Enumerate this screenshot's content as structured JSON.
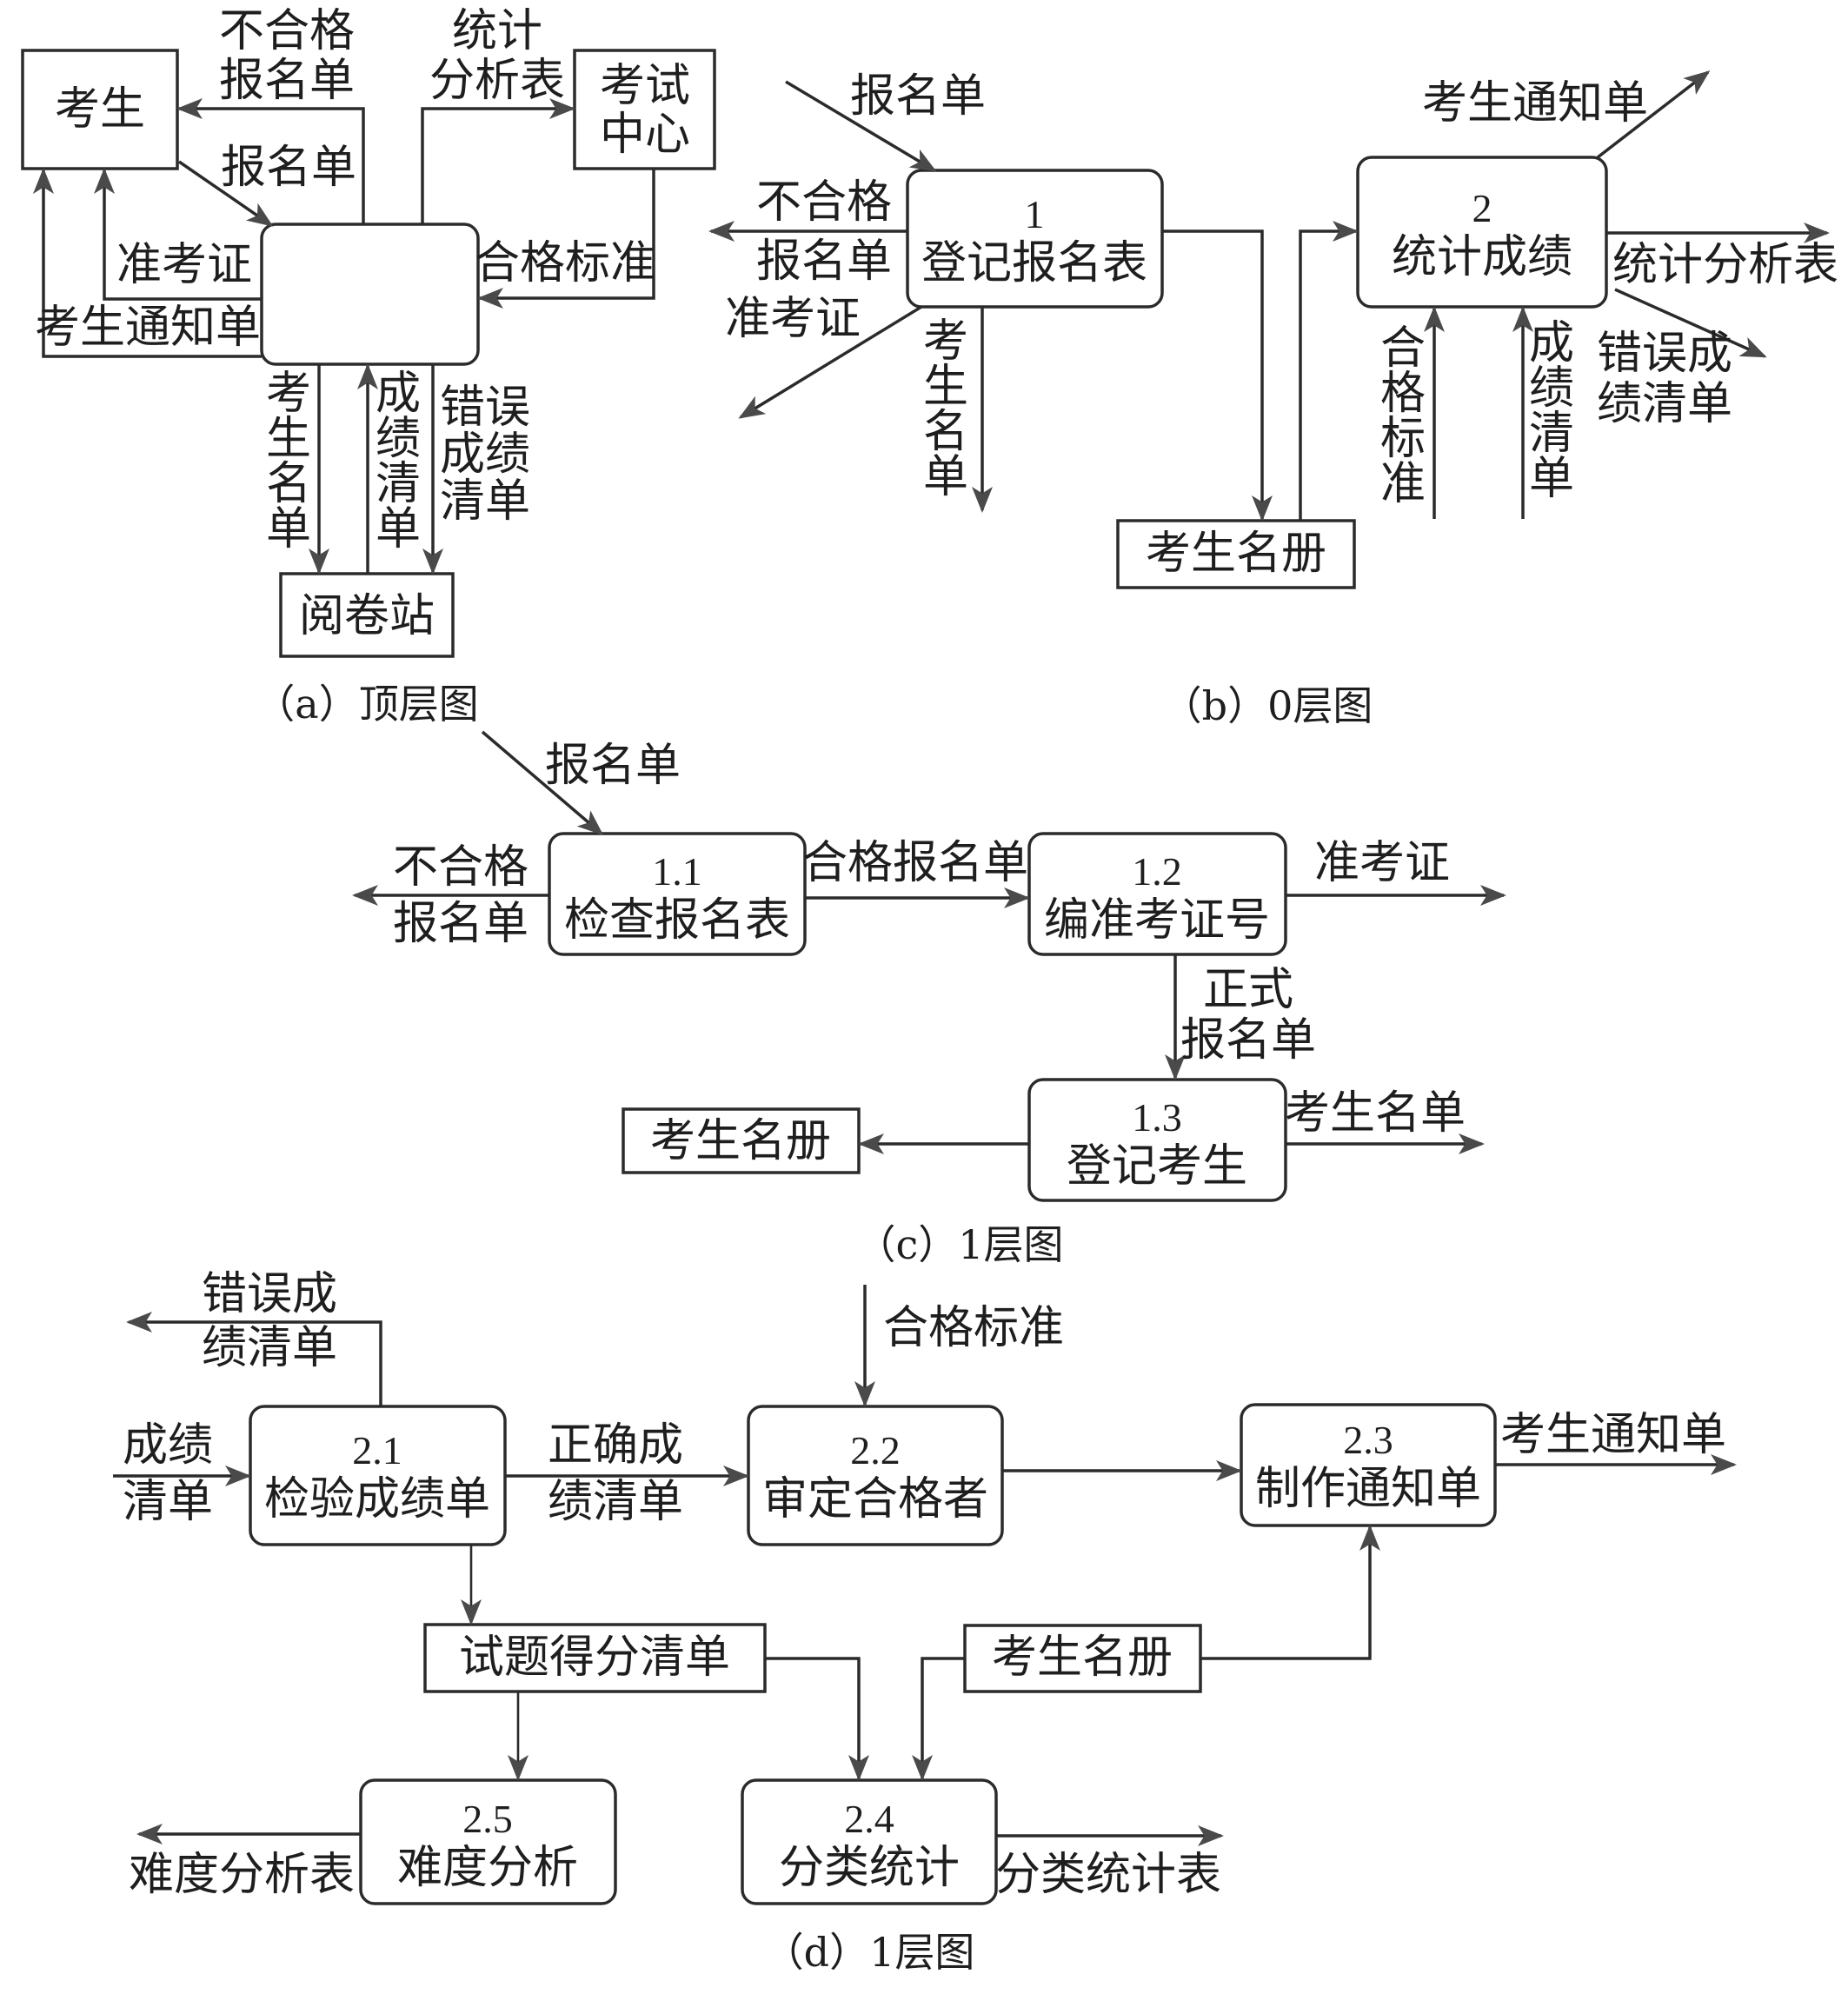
{
  "diagram_a": {
    "caption": "（a）顶层图",
    "entities": {
      "student": "考生",
      "exam_center": [
        "考试",
        "中心"
      ],
      "marking_station": "阅卷站"
    },
    "flows": {
      "reject_form": [
        "不合格",
        "报名单"
      ],
      "stats_table": [
        "统计",
        "分析表"
      ],
      "registration_form": "报名单",
      "admission_ticket": "准考证",
      "pass_standard": "合格标准",
      "student_notice": "考生通知单",
      "student_list": [
        "考",
        "生",
        "名",
        "单"
      ],
      "score_list": [
        "成",
        "绩",
        "清",
        "单"
      ],
      "error_score_list": [
        "错误",
        "成绩",
        "清单"
      ]
    }
  },
  "diagram_b": {
    "caption": "（b）0层图",
    "processes": [
      {
        "id": "1",
        "name": "登记报名表"
      },
      {
        "id": "2",
        "name": "统计成绩"
      }
    ],
    "store": "考生名册",
    "flows": {
      "registration_form": "报名单",
      "reject_form": [
        "不合格",
        "报名单"
      ],
      "admission_ticket": "准考证",
      "student_list": [
        "考",
        "生",
        "名",
        "单"
      ],
      "student_notice": "考生通知单",
      "stats_table": "统计分析表",
      "error_score_list": [
        "错误成",
        "绩清单"
      ],
      "pass_standard": [
        "合",
        "格",
        "标",
        "准"
      ],
      "score_list": [
        "成",
        "绩",
        "清",
        "单"
      ]
    }
  },
  "diagram_c": {
    "caption": "（c）1层图",
    "processes": [
      {
        "id": "1.1",
        "name": "检查报名表"
      },
      {
        "id": "1.2",
        "name": "编准考证号"
      },
      {
        "id": "1.3",
        "name": "登记考生"
      }
    ],
    "store": "考生名册",
    "flows": {
      "registration_form": "报名单",
      "reject_form": [
        "不合格",
        "报名单"
      ],
      "qualified_form": "合格报名单",
      "admission_ticket": "准考证",
      "formal_form": [
        "正式",
        "报名单"
      ],
      "student_list": "考生名单"
    }
  },
  "diagram_d": {
    "caption": "（d）1层图",
    "processes": [
      {
        "id": "2.1",
        "name": "检验成绩单"
      },
      {
        "id": "2.2",
        "name": "审定合格者"
      },
      {
        "id": "2.3",
        "name": "制作通知单"
      },
      {
        "id": "2.4",
        "name": "分类统计"
      },
      {
        "id": "2.5",
        "name": "难度分析"
      }
    ],
    "stores": {
      "item_scores": "试题得分清单",
      "student_roster": "考生名册"
    },
    "flows": {
      "error_score_list": [
        "错误成",
        "绩清单"
      ],
      "score_list": [
        "成绩",
        "清单"
      ],
      "correct_score_list": [
        "正确成",
        "绩清单"
      ],
      "pass_standard": "合格标准",
      "student_notice": "考生通知单",
      "difficulty_table": "难度分析表",
      "category_table": "分类统计表"
    }
  }
}
